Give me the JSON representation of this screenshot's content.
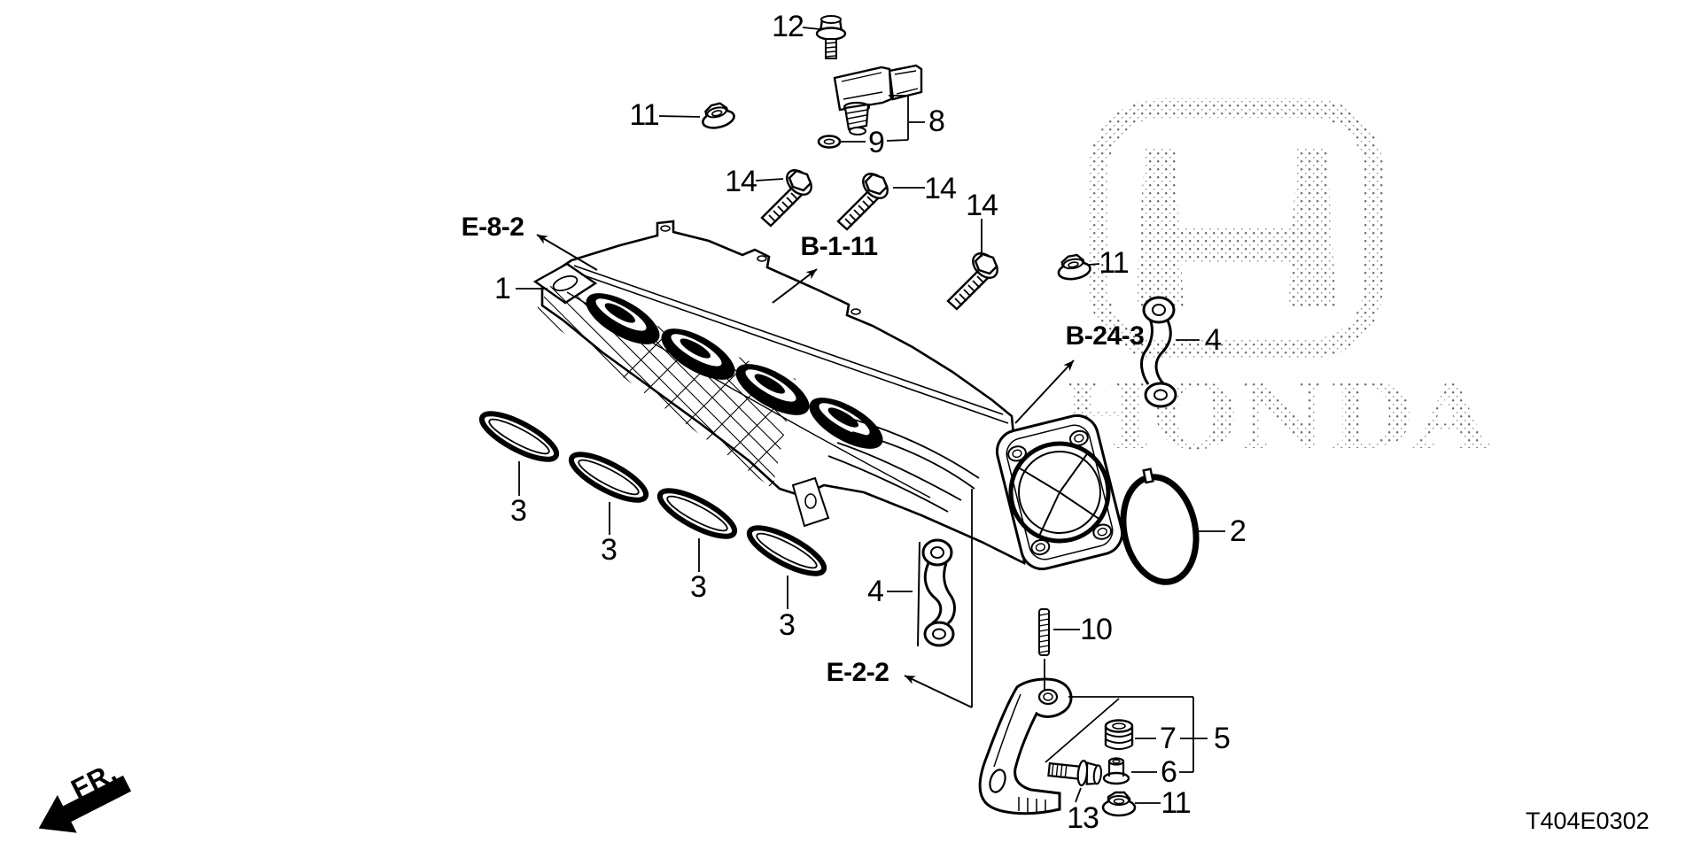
{
  "watermark": {
    "logo_letter": "H",
    "brand_text": "HONDA"
  },
  "ref_labels": {
    "e_8_2": "E-8-2",
    "b_1_11": "B-1-11",
    "b_24_3": "B-24-3",
    "e_2_2": "E-2-2"
  },
  "callouts": [
    {
      "num": "12"
    },
    {
      "num": "11"
    },
    {
      "num": "8"
    },
    {
      "num": "9"
    },
    {
      "num": "14"
    },
    {
      "num": "14"
    },
    {
      "num": "14"
    },
    {
      "num": "11"
    },
    {
      "num": "1"
    },
    {
      "num": "4"
    },
    {
      "num": "3"
    },
    {
      "num": "3"
    },
    {
      "num": "3"
    },
    {
      "num": "3"
    },
    {
      "num": "2"
    },
    {
      "num": "4"
    },
    {
      "num": "10"
    },
    {
      "num": "7"
    },
    {
      "num": "5"
    },
    {
      "num": "6"
    },
    {
      "num": "13"
    },
    {
      "num": "11"
    }
  ],
  "orientation": {
    "front": "FR."
  },
  "footer": {
    "diagram_code": "T404E0302"
  },
  "colors": {
    "line": "#000000",
    "watermark_dot": "#6e6e6e",
    "background": "#ffffff"
  }
}
